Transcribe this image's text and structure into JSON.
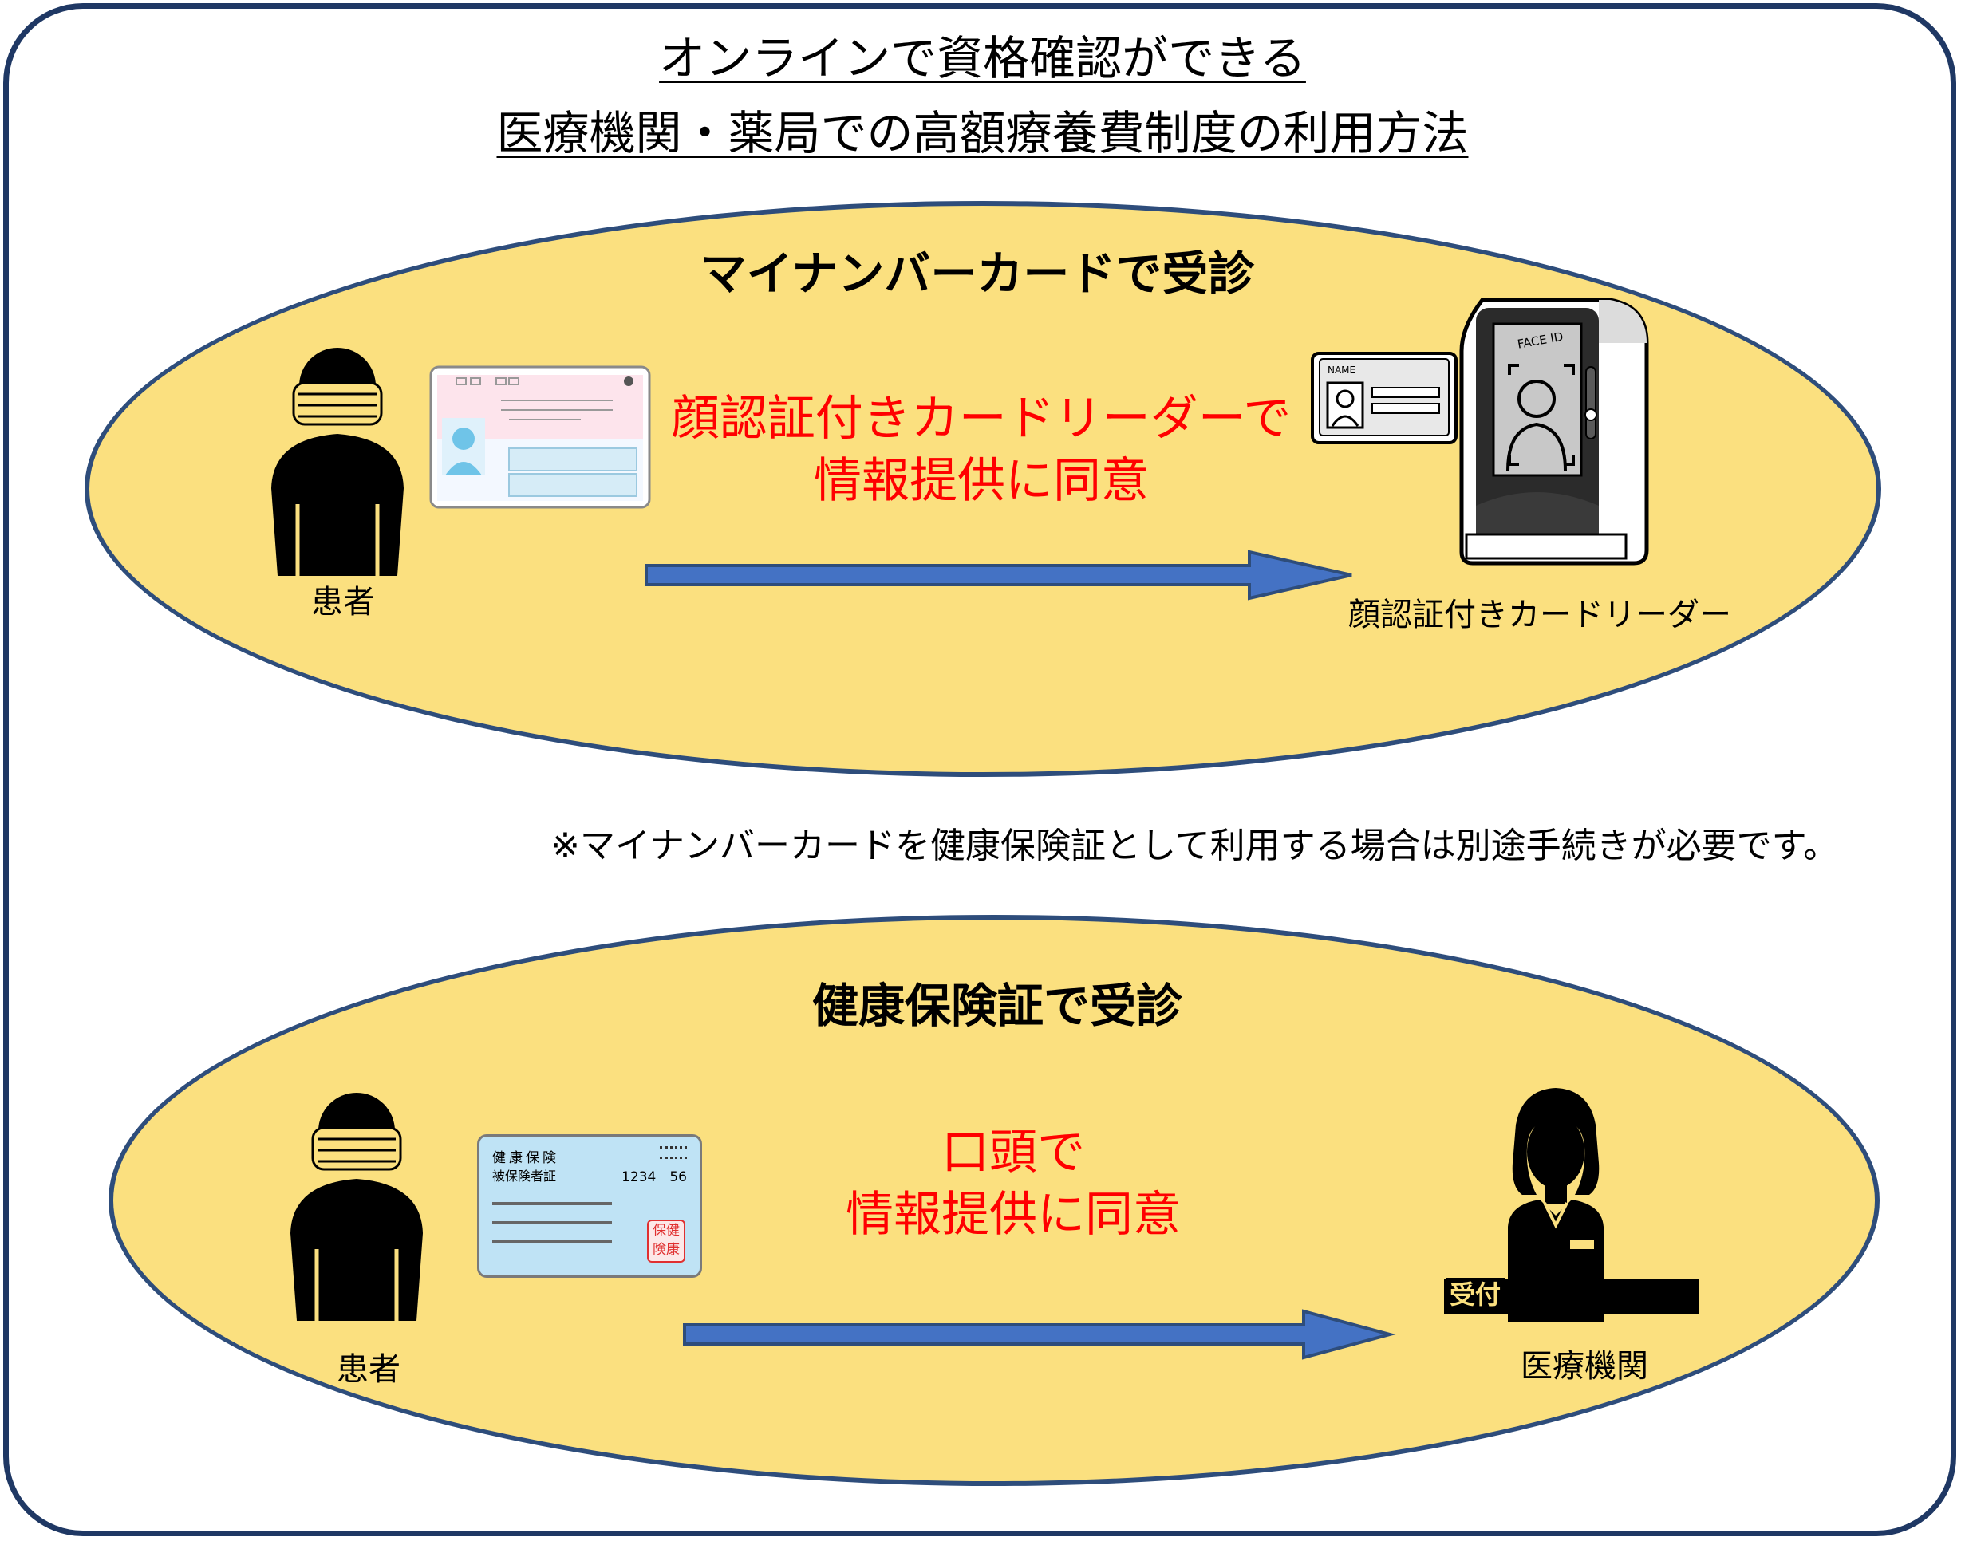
{
  "title": {
    "line1": "オンラインで資格確認ができる",
    "line2": "医療機関・薬局での高額療養費制度の利用方法"
  },
  "mynumber_section": {
    "heading": "マイナンバーカードで受診",
    "consent_line1": "顔認証付きカードリーダーで",
    "consent_line2": "情報提供に同意",
    "patient_label": "患者",
    "reader_label": "顔認証付きカードリーダー",
    "reader_screen_text": "FACE ID",
    "id_card_text": "NAME"
  },
  "note": "※マイナンバーカードを健康保険証として利用する場合は別途手続きが必要です。",
  "insurance_section": {
    "heading": "健康保険証で受診",
    "consent_line1": "口頭で",
    "consent_line2": "情報提供に同意",
    "patient_label": "患者",
    "institution_label": "医療機関",
    "reception_label": "受付",
    "card_title": "健康保険",
    "card_subtitle": "被保険者証",
    "card_number": "1234　56",
    "card_stamp_line1": "保健",
    "card_stamp_line2": "険康"
  },
  "colors": {
    "frame": "#1f3864",
    "ellipse_fill": "#fbe07f",
    "ellipse_border": "#2e4d7b",
    "arrow": "#4472c4",
    "consent_text": "#ff0000"
  }
}
